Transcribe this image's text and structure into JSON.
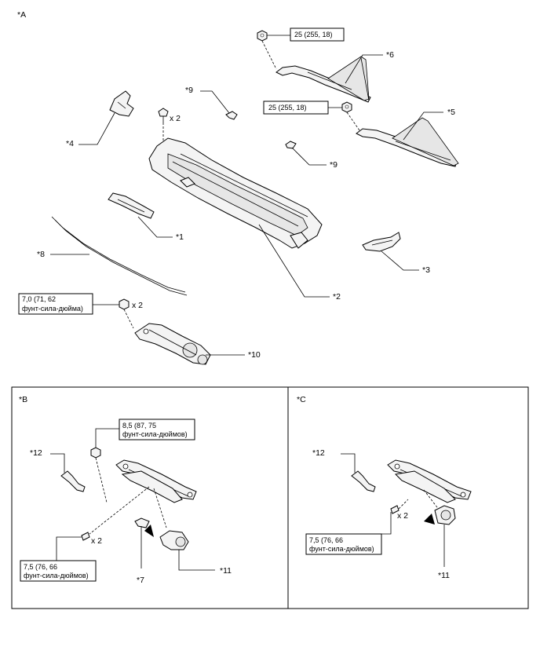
{
  "sections": {
    "A": {
      "label": "*A"
    },
    "B": {
      "label": "*B"
    },
    "C": {
      "label": "*C"
    }
  },
  "callouts": {
    "c1": "*1",
    "c2": "*2",
    "c3": "*3",
    "c4": "*4",
    "c5": "*5",
    "c6": "*6",
    "c7": "*7",
    "c8": "*8",
    "c9a": "*9",
    "c9b": "*9",
    "c10": "*10",
    "c11b": "*11",
    "c11c": "*11",
    "c12b": "*12",
    "c12c": "*12"
  },
  "quantities": {
    "q_cap_bolt": "x 2",
    "q_motor_bolt": "x 2",
    "q_bolt_b": "x 2",
    "q_bolt_c": "x 2"
  },
  "torques": {
    "t_arm6": [
      "25 (255, 18)"
    ],
    "t_arm5": [
      "25 (255, 18)"
    ],
    "t_motor_a": [
      "7,0 (71, 62",
      "фунт-сила-дюйма)"
    ],
    "t_nut_b": [
      "8,5 (87, 75",
      "фунт-сила-дюймов)"
    ],
    "t_bolt_b": [
      "7,5 (76, 66",
      "фунт-сила-дюймов)"
    ],
    "t_bolt_c": [
      "7,5 (76, 66",
      "фунт-сила-дюймов)"
    ]
  },
  "colors": {
    "line": "#000000",
    "part_fill": "#f4f4f4",
    "shade": "#e6e6e6"
  }
}
